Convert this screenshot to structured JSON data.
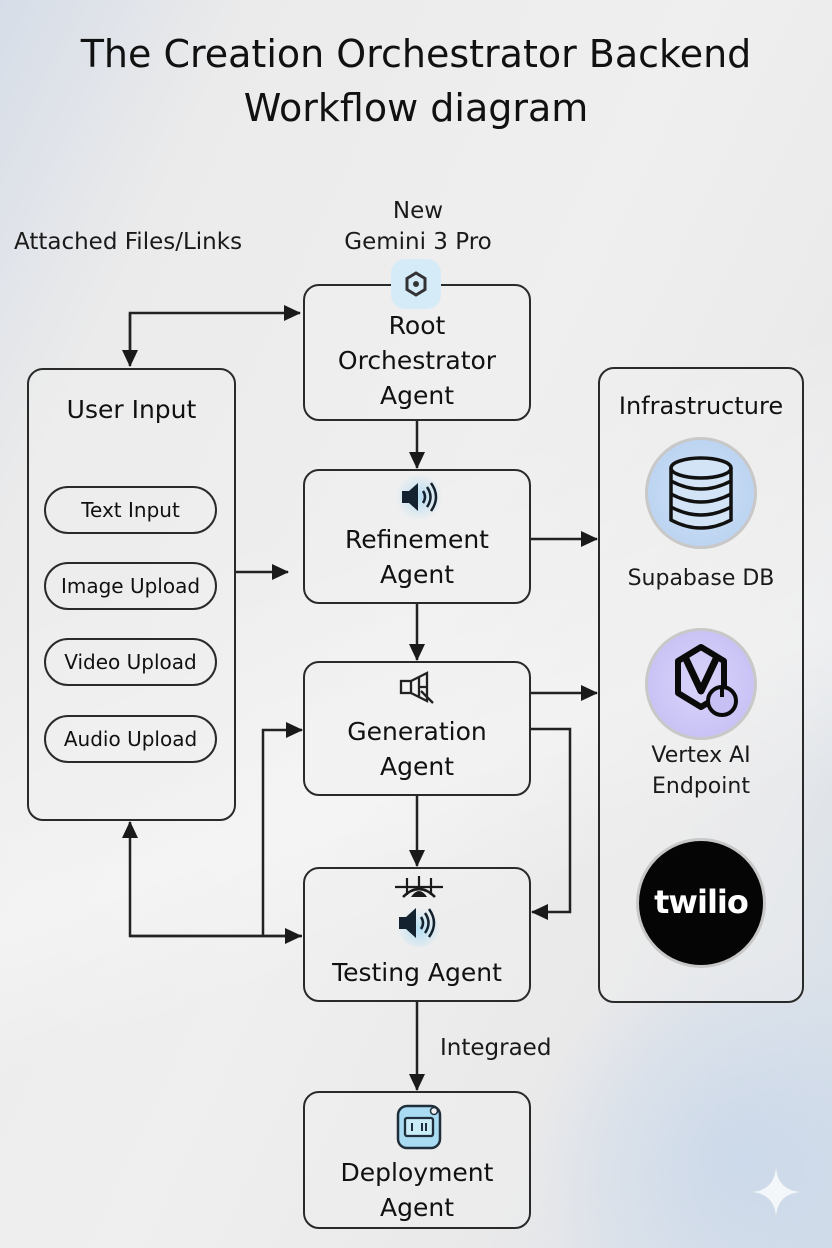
{
  "diagram": {
    "title_line1": "The Creation Orchestrator Backend",
    "title_line2": "Workflow diagram",
    "annotations": {
      "attached": "Attached Files/Links",
      "model_line1": "New",
      "model_line2": "Gemini 3 Pro",
      "integrated": "Integraed"
    },
    "user_input": {
      "title": "User Input",
      "items": [
        "Text Input",
        "Image Upload",
        "Video Upload",
        "Audio Upload"
      ]
    },
    "agents": {
      "root": {
        "line1": "Root",
        "line2": "Orchestrator",
        "line3": "Agent",
        "icon": "hexagon-icon"
      },
      "refinement": {
        "line1": "Refinement",
        "line2": "Agent",
        "icon": "speaker-icon"
      },
      "generation": {
        "line1": "Generation",
        "line2": "Agent",
        "icon": "megaphone-icon"
      },
      "testing": {
        "line1": "Testing Agent",
        "icon": "speaker-with-alarm-icon"
      },
      "deployment": {
        "line1": "Deployment",
        "line2": "Agent",
        "icon": "device-icon"
      }
    },
    "infrastructure": {
      "title": "Infrastructure",
      "items": [
        {
          "label_line1": "Supabase DB",
          "label_line2": "",
          "icon": "database-icon",
          "color": "#b9d3f0"
        },
        {
          "label_line1": "Vertex AI",
          "label_line2": "Endpoint",
          "icon": "vertex-ai-icon",
          "color": "#c9c3f4"
        },
        {
          "label_line1": "",
          "label_line2": "",
          "icon": "twilio-logo",
          "logo_text": "twilio",
          "color": "#050505"
        }
      ]
    },
    "connections": [
      {
        "from": "Root Orchestrator Agent",
        "to": "User Input",
        "bidirectional": true
      },
      {
        "from": "Root Orchestrator Agent",
        "to": "Refinement Agent"
      },
      {
        "from": "User Input",
        "to": "Refinement Agent"
      },
      {
        "from": "Refinement Agent",
        "to": "Infrastructure"
      },
      {
        "from": "Refinement Agent",
        "to": "Generation Agent"
      },
      {
        "from": "Generation Agent",
        "to": "Infrastructure"
      },
      {
        "from": "Generation Agent",
        "to": "Testing Agent"
      },
      {
        "from": "Generation Agent",
        "to": "Testing Agent",
        "route": "right-side loop"
      },
      {
        "from": "Testing Agent",
        "to": "User Input"
      },
      {
        "from": "User Input",
        "to": "Testing Agent"
      },
      {
        "from": "User Input",
        "to": "Generation Agent"
      },
      {
        "from": "Testing Agent",
        "to": "Deployment Agent",
        "label": "Integraed"
      }
    ]
  }
}
